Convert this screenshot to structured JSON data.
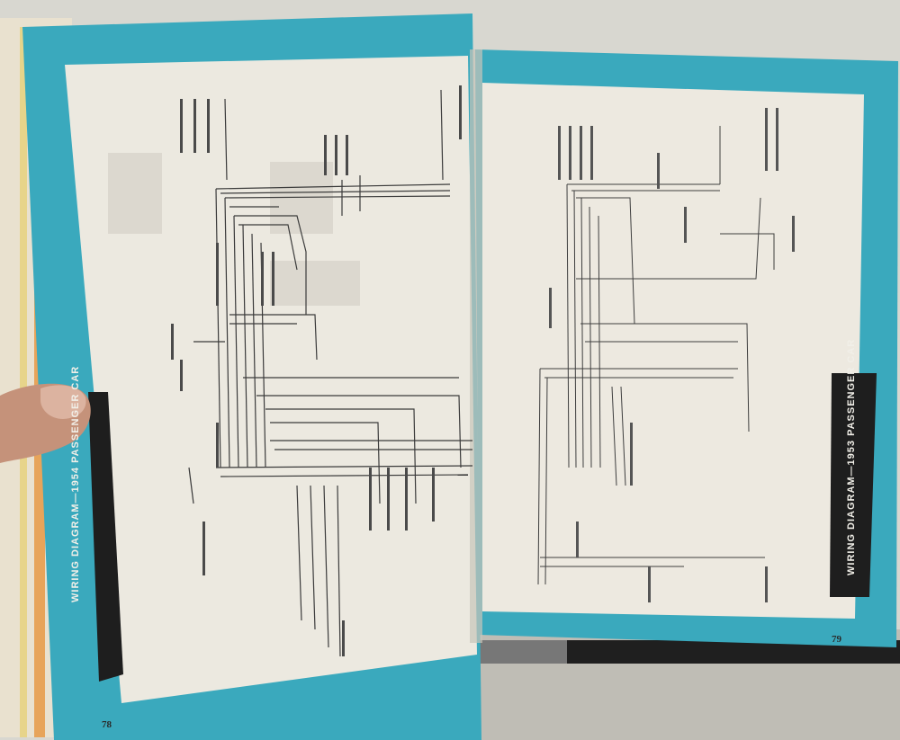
{
  "scene": {
    "description_free": true,
    "colors": {
      "background": "#d9d8d2",
      "teal_border": "#3aa9bd",
      "paper": "#efece4",
      "black_strip": "#1e1e1e",
      "line_ink": "#3a3a3a",
      "skin": "#c9967c"
    }
  },
  "left_page": {
    "strip_title": "WIRING DIAGRAM—1954 PASSENGER CAR",
    "page_number": "78"
  },
  "right_page": {
    "strip_title": "WIRING DIAGRAM—1953 PASSENGER CAR",
    "page_number": "79"
  }
}
